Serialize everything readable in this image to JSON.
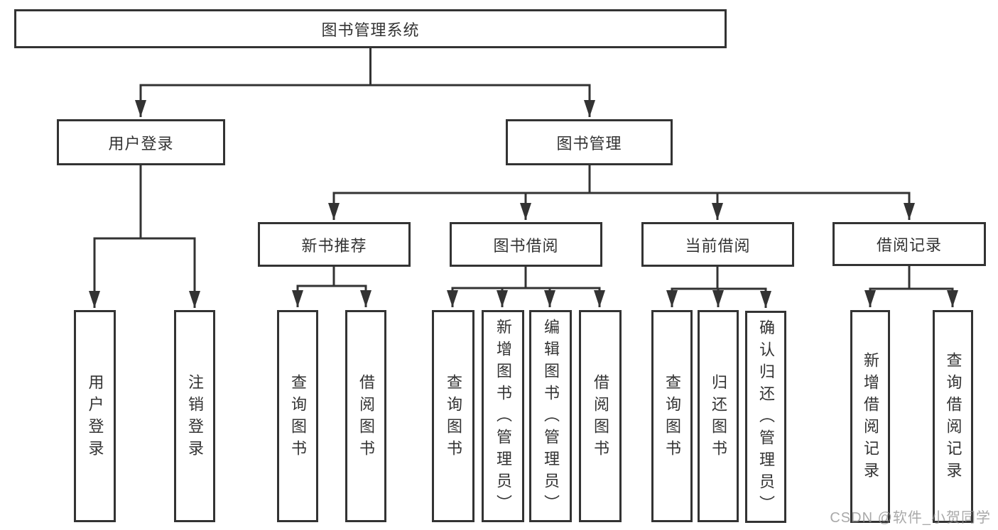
{
  "diagram": {
    "root": "图书管理系统",
    "branches": [
      {
        "label": "用户登录",
        "children": [
          "用户登录",
          "注销登录"
        ]
      },
      {
        "label": "图书管理",
        "groups": [
          {
            "label": "新书推荐",
            "children": [
              "查询图书",
              "借阅图书"
            ]
          },
          {
            "label": "图书借阅",
            "children": [
              "查询图书",
              "新增图书（管理员）",
              "编辑图书（管理员）",
              "借阅图书"
            ]
          },
          {
            "label": "当前借阅",
            "children": [
              "查询图书",
              "归还图书",
              "确认归还（管理员）"
            ]
          },
          {
            "label": "借阅记录",
            "children": [
              "新增借阅记录",
              "查询借阅记录"
            ]
          }
        ]
      }
    ]
  },
  "watermark": "CSDN @软件_小贺同学",
  "colors": {
    "line": "#333333",
    "text": "#333333",
    "box_background": "#ffffff",
    "watermark": "#8c8c8c"
  }
}
